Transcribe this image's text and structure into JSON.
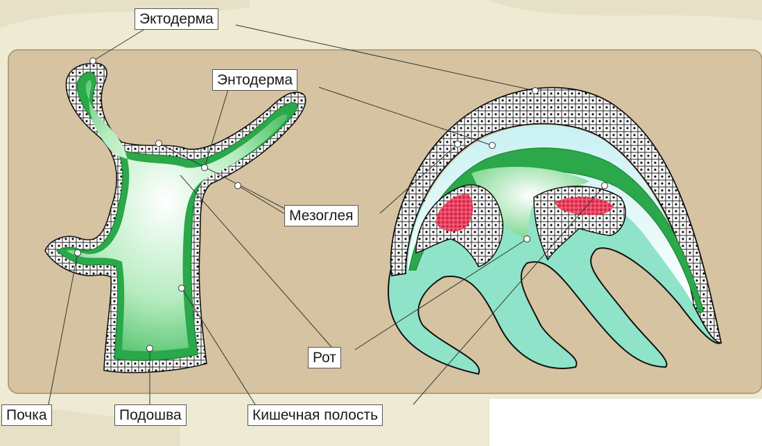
{
  "labels": {
    "ectoderm": "Эктодерма",
    "endoderm": "Энтодерма",
    "mesoglea": "Мезоглея",
    "mouth": "Рот",
    "bud": "Почка",
    "sole": "Подошва",
    "gut_cavity": "Кишечная полость"
  },
  "colors": {
    "panel": "#d6c3a1",
    "panel_border": "#a48e67",
    "ectoderm_cells": "#ffffff",
    "endoderm_green": "#2aa84a",
    "cavity_light": "#eefbf0",
    "medusa_body": "#8fe3c8",
    "gonads": "#e8475f"
  }
}
